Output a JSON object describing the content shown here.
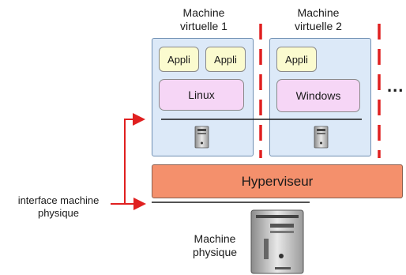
{
  "vm1": {
    "title_line1": "Machine",
    "title_line2": "virtuelle 1",
    "apps": [
      "Appli",
      "Appli"
    ],
    "os": "Linux"
  },
  "vm2": {
    "title_line1": "Machine",
    "title_line2": "virtuelle 2",
    "apps": [
      "Appli"
    ],
    "os": "Windows"
  },
  "hypervisor": "Hyperviseur",
  "interface": {
    "line1": "interface machine",
    "line2": "physique"
  },
  "physical_machine": {
    "line1": "Machine",
    "line2": "physique"
  },
  "ellipsis": "...",
  "colors": {
    "vm_fill": "#dce9f8",
    "app_fill": "#fbfbcf",
    "os_fill": "#f6d6f6",
    "hypervisor_fill": "#f4906c",
    "separator": "#e02020",
    "arrow": "#e02020"
  }
}
